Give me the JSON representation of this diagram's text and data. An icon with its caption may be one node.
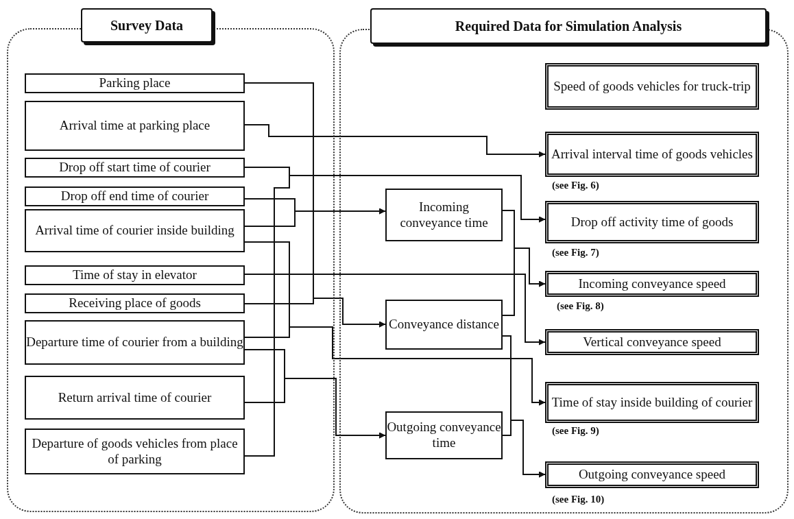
{
  "diagram": {
    "nodes": [
      {
        "text": [
          "Survey Data"
        ]
      },
      {
        "text": [
          "Parking place"
        ],
        "in": 0
      },
      {
        "text": [
          "Arrival time at parking place"
        ],
        "in": 0
      },
      {
        "text": [
          "Drop off start time of courier"
        ],
        "in": 0
      },
      {
        "text": [
          "Drop off end time of courier"
        ],
        "in": 0
      },
      {
        "text": [
          "Arrival time of courier inside building"
        ],
        "in": 0
      },
      {
        "text": [
          "Time of stay in elevator"
        ],
        "in": 0
      },
      {
        "text": [
          "Receiving place of goods"
        ],
        "in": 0
      },
      {
        "text": [
          "Departure time of courier from a building"
        ],
        "in": 0
      },
      {
        "text": [
          "Return arrival time of courier"
        ],
        "in": 0
      },
      {
        "text": [
          "Departure of goods vehicles from place of parking"
        ],
        "in": 0
      },
      {
        "text": [
          "Required Data for Simulation Analysis"
        ]
      },
      {
        "text": [
          "Incoming conveyance time"
        ],
        "in": 11
      },
      {
        "text": [
          "Conveyance distance"
        ],
        "in": 11
      },
      {
        "text": [
          "Outgoing conveyance time"
        ],
        "in": 11
      },
      {
        "text": [
          "Speed of goods vehicles for truck-trip"
        ],
        "in": 11
      },
      {
        "text": [
          "Arrival interval time of goods vehicles"
        ],
        "in": 11,
        "beside": [
          "(see Fig. 6)"
        ]
      },
      {
        "text": [
          "Drop off activity time of goods"
        ],
        "in": 11,
        "beside": [
          "(see Fig. 7)"
        ]
      },
      {
        "text": [
          "Incoming conveyance speed"
        ],
        "in": 11,
        "beside": [
          "(see Fig. 8)"
        ]
      },
      {
        "text": [
          "Vertical conveyance speed"
        ],
        "in": 11
      },
      {
        "text": [
          "Time of stay inside building of courier"
        ],
        "in": 11,
        "beside": [
          "(see Fig. 9)"
        ]
      },
      {
        "text": [
          "Outgoing conveyance speed"
        ],
        "in": 11,
        "beside": [
          "(see Fig. 10)"
        ]
      }
    ],
    "edges": [
      {
        "from": 2,
        "to": 16,
        "arrow": "to"
      },
      {
        "from": 3,
        "to": 17,
        "arrow": "to"
      },
      {
        "from": 10,
        "to": 17,
        "arrow": "to"
      },
      {
        "from": 4,
        "to": 12,
        "arrow": "to"
      },
      {
        "from": 5,
        "to": 12,
        "arrow": "to"
      },
      {
        "from": 1,
        "to": 13,
        "arrow": "to"
      },
      {
        "from": 7,
        "to": 13,
        "arrow": "to"
      },
      {
        "from": 6,
        "to": 19,
        "arrow": "to"
      },
      {
        "from": 5,
        "to": 20,
        "arrow": "to"
      },
      {
        "from": 8,
        "to": 20,
        "arrow": "to"
      },
      {
        "from": 8,
        "to": 14,
        "arrow": "to"
      },
      {
        "from": 9,
        "to": 14,
        "arrow": "to"
      },
      {
        "from": 12,
        "to": 18,
        "arrow": "to"
      },
      {
        "from": 13,
        "to": 18,
        "arrow": "to"
      },
      {
        "from": 13,
        "to": 21,
        "arrow": "to"
      },
      {
        "from": 14,
        "to": 21,
        "arrow": "to"
      }
    ]
  }
}
